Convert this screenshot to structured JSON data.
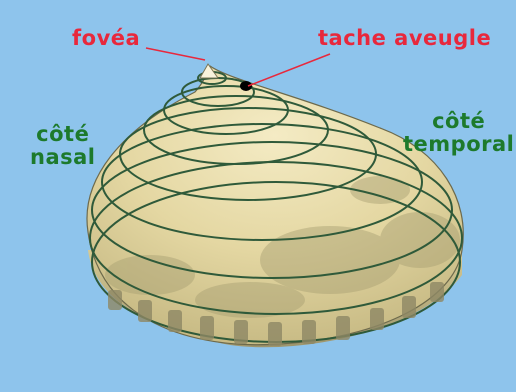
{
  "labels": {
    "fovea": "fovéa",
    "blind_spot": "tache aveugle",
    "nasal_side": [
      "côté",
      "nasal"
    ],
    "temporal_side": [
      "côté",
      "temporal"
    ]
  },
  "colors": {
    "background": "#8ec4ec",
    "red_label": "#e8283c",
    "green_label": "#1d7a2c",
    "surface_light": "#efe3b4",
    "surface_shade": "#b9ad7a",
    "contour": "#2f5a3a"
  },
  "features": {
    "blind_spot_marker": "black dot",
    "contour_rings": 9
  }
}
